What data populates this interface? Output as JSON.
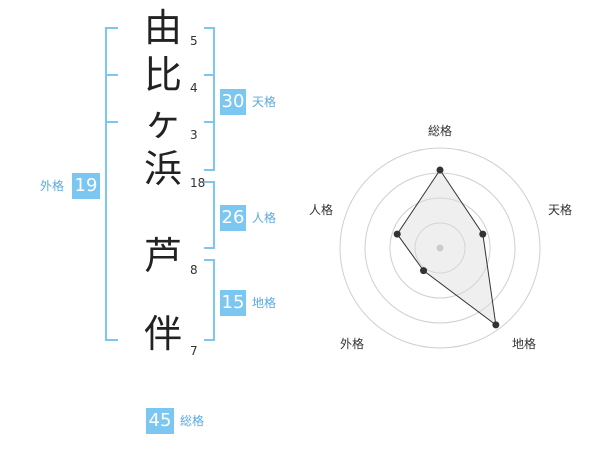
{
  "name": {
    "chars": [
      "由",
      "比",
      "ヶ",
      "浜",
      "芦",
      "伴"
    ],
    "strokes": [
      "5",
      "4",
      "3",
      "18",
      "8",
      "7"
    ]
  },
  "kakusu": {
    "tenkaku": {
      "value": "30",
      "label": "天格"
    },
    "jinkaku": {
      "value": "26",
      "label": "人格"
    },
    "chikaku": {
      "value": "15",
      "label": "地格"
    },
    "gaikaku": {
      "value": "19",
      "label": "外格"
    },
    "soukaku": {
      "value": "45",
      "label": "総格"
    }
  },
  "colors": {
    "accent": "#7cc7f2",
    "label": "#5aa9e0",
    "bracket": "#7cc7f2"
  },
  "chart_data": {
    "type": "radar",
    "axes": [
      "総格",
      "天格",
      "地格",
      "外格",
      "人格"
    ],
    "values": [
      0.78,
      0.45,
      0.95,
      0.28,
      0.45
    ],
    "rings": 4,
    "range": [
      0,
      1
    ]
  }
}
